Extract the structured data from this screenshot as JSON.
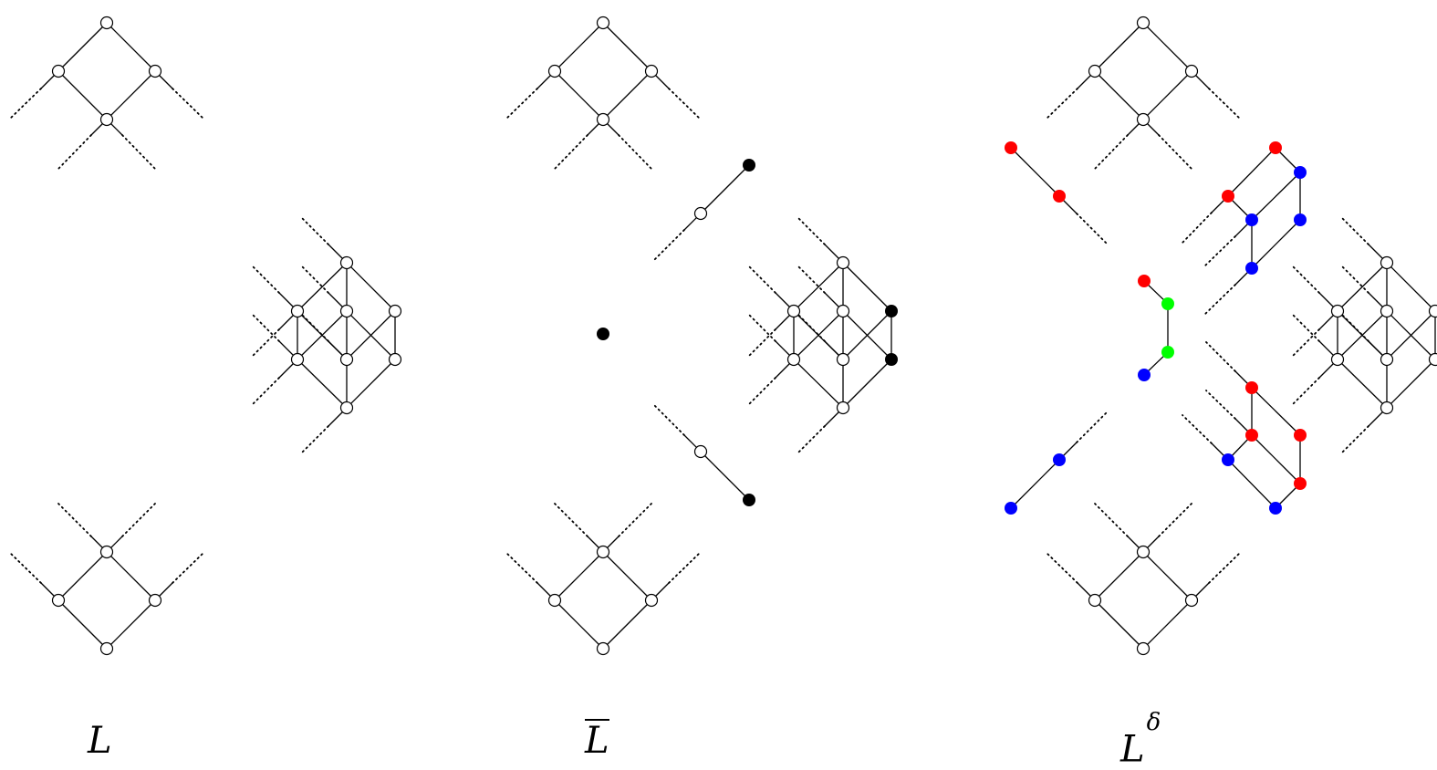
{
  "labels": {
    "l": "L",
    "lbar": "L",
    "ldelta_base": "L",
    "ldelta_sup": "δ"
  },
  "colors": {
    "open_fill": "#ffffff",
    "stroke": "#000000",
    "black": "#000000",
    "red": "#ff0000",
    "blue": "#0000ff",
    "green": "#00ff00"
  }
}
